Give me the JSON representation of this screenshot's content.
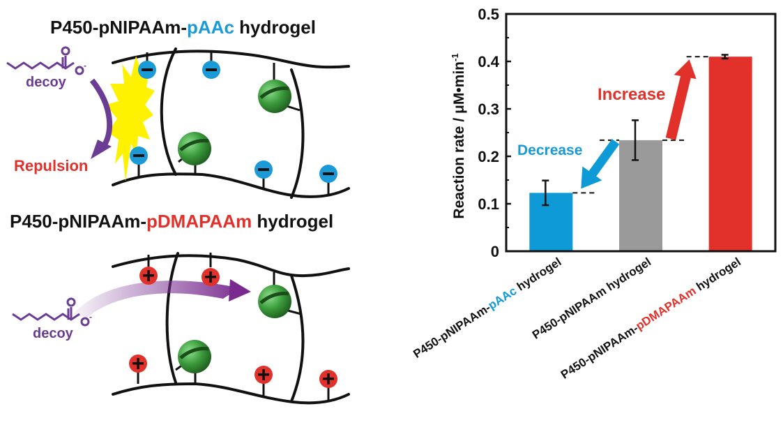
{
  "panels": {
    "top": {
      "title_parts": [
        "P450-pNIPAAm-",
        "pAAc",
        " hydrogel"
      ],
      "decoy_label": "decoy",
      "repulsion_label": "Repulsion",
      "charge_symbol": "−",
      "charge_color": "#1a9ad6"
    },
    "bottom": {
      "title_parts": [
        "P450-pNIPAAm-",
        "pDMAPAAm",
        " hydrogel"
      ],
      "decoy_label": "decoy",
      "charge_symbol": "+",
      "charge_color": "#e2302a"
    },
    "decoy_color": "#6b3c93",
    "enzyme_color": "#3a9a3a"
  },
  "chart_data": {
    "type": "bar",
    "categories": [
      "P450-pNIPAAm-pAAc hydrogel",
      "P450-pNIPAAm hydrogel",
      "P450-pNIPAAm-pDMAPAAm hydrogel"
    ],
    "category_parts": [
      [
        "P450-pNIPAAm-",
        "pAAc",
        " hydrogel"
      ],
      [
        "P450-pNIPAAm hydrogel",
        "",
        ""
      ],
      [
        "P450-pNIPAAm-",
        "pDMAPAAm",
        " hydrogel"
      ]
    ],
    "values": [
      0.123,
      0.234,
      0.41
    ],
    "errors": [
      0.026,
      0.042,
      0.004
    ],
    "colors": [
      "#0e9ad7",
      "#9a9a9a",
      "#e2302a"
    ],
    "title": "",
    "xlabel": "",
    "ylabel": "Reaction rate / μM•min",
    "ylabel_superscript": "-1",
    "ylim": [
      0,
      0.5
    ],
    "yticks": [
      "0",
      "0.1",
      "0.2",
      "0.3",
      "0.4",
      "0.5"
    ],
    "ytick_values": [
      0,
      0.1,
      0.2,
      0.3,
      0.4,
      0.5
    ],
    "grid": false,
    "annotations": [
      {
        "text": "Decrease",
        "color": "#1a9ad6",
        "from": 1,
        "to": 0
      },
      {
        "text": "Increase",
        "color": "#e2302a",
        "from": 1,
        "to": 2
      }
    ]
  }
}
